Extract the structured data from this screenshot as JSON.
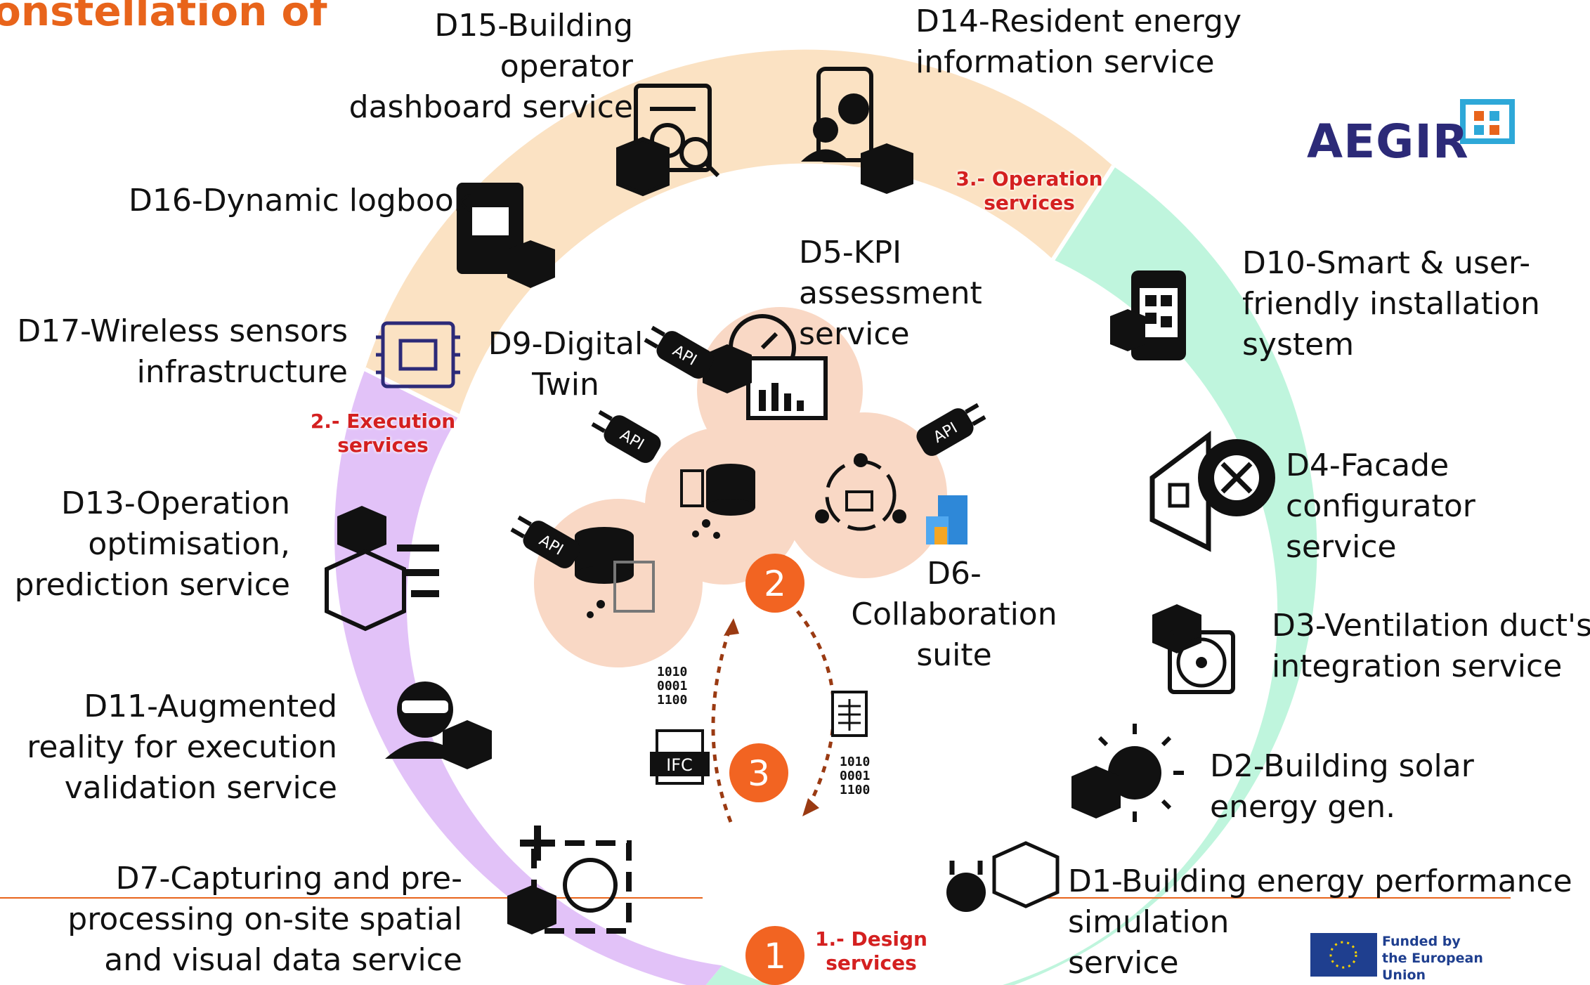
{
  "title_fragment": "onstellation of",
  "services": {
    "d15": "D15-Building\noperator\ndashboard service",
    "d14": "D14-Resident energy\ninformation service",
    "d16": "D16-Dynamic logbook",
    "d17": "D17-Wireless sensors\ninfrastructure",
    "d13": "D13-Operation\noptimisation,\nprediction service",
    "d11": "D11-Augmented\nreality for execution\nvalidation service",
    "d7": "D7-Capturing and pre-\nprocessing on-site spatial\nand visual data service",
    "d10": "D10-Smart & user-\nfriendly installation\nsystem",
    "d4": "D4-Facade\nconfigurator\nservice",
    "d3": "D3-Ventilation duct's\nintegration service",
    "d2": "D2-Building solar\nenergy gen.",
    "d1": "D1-Building energy performance\nsimulation\nservice",
    "d5": "D5-KPI\nassessment\nservice",
    "d9": "D9-Digital\nTwin",
    "d6": "D6-\nCollaboration\nsuite"
  },
  "phases": {
    "operation": "3.- Operation\nservices",
    "execution": "2.- Execution\nservices",
    "design": "1.- Design\nservices"
  },
  "cycle_numbers": {
    "one": "1",
    "two": "2",
    "three": "3"
  },
  "api_label": "API",
  "ifc_label": "IFC",
  "binary_lines": [
    "1010",
    "0001",
    "1100"
  ],
  "logo": {
    "text": "AEGIR"
  },
  "eu": {
    "text": "Funded by\nthe European Union"
  },
  "colors": {
    "operation_band": "#fbe2c3",
    "execution_band": "#e2c2f8",
    "design_band": "#bff5dd",
    "center_blobs": "#f9d8c5",
    "accent_orange": "#f26422",
    "phase_red": "#d42020",
    "logo_navy": "#2c2a78"
  },
  "icons": [
    "dashboard-icon",
    "resident-phone-icon",
    "logbook-icon",
    "sensor-chip-icon",
    "optimisation-icon",
    "ar-headset-icon",
    "capture-globe-icon",
    "qr-phone-icon",
    "facade-gear-icon",
    "ventilation-fan-icon",
    "solar-sun-icon",
    "energy-plug-icon",
    "kpi-gauge-icon",
    "digital-twin-db-icon",
    "collaboration-cycle-icon",
    "api-plug-icon",
    "ifc-file-icon",
    "spreadsheet-file-icon"
  ]
}
